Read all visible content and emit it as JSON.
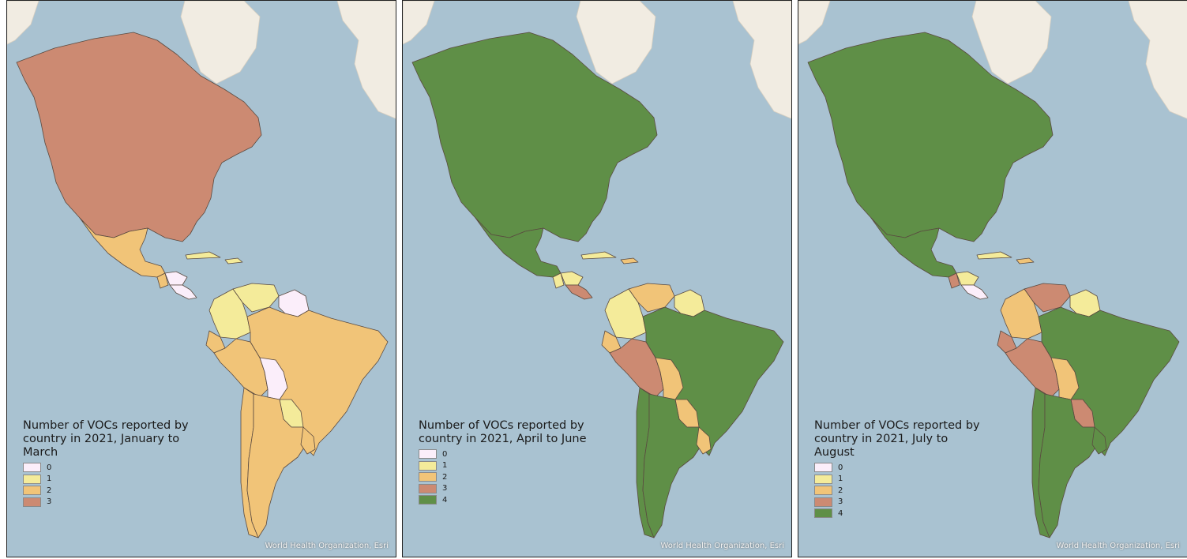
{
  "colors": {
    "ocean": "#a9c2d1",
    "land_background": "#f1ece2",
    "border": "#5a4a40",
    "classes": {
      "0": "#fbeefa",
      "1": "#f4eb9a",
      "2": "#f1c478",
      "3": "#cc8a72",
      "4": "#5f8f47"
    }
  },
  "attribution": "World Health Organization, Esri",
  "panels": [
    {
      "id": "jan-mar",
      "legend_title": "Number of VOCs reported by country in 2021, January to March",
      "legend": [
        {
          "label": "0",
          "class": "0"
        },
        {
          "label": "1",
          "class": "1"
        },
        {
          "label": "2",
          "class": "2"
        },
        {
          "label": "3",
          "class": "3"
        }
      ],
      "regions": {
        "north_america": "3",
        "mexico": "2",
        "guatemala": "2",
        "honduras": "0",
        "costa_panama": "0",
        "cuba": "1",
        "dominican": "1",
        "colombia": "1",
        "venezuela": "1",
        "guyana": "0",
        "ecuador": "2",
        "peru": "2",
        "brazil": "2",
        "bolivia": "0",
        "paraguay": "1",
        "chile": "2",
        "argentina": "2",
        "uruguay": "2"
      }
    },
    {
      "id": "apr-jun",
      "legend_title": "Number of VOCs reported by country in 2021, April to June",
      "legend": [
        {
          "label": "0",
          "class": "0"
        },
        {
          "label": "1",
          "class": "1"
        },
        {
          "label": "2",
          "class": "2"
        },
        {
          "label": "3",
          "class": "3"
        },
        {
          "label": "4",
          "class": "4"
        }
      ],
      "regions": {
        "north_america": "4",
        "mexico": "4",
        "guatemala": "1",
        "honduras": "1",
        "costa_panama": "3",
        "cuba": "1",
        "dominican": "2",
        "colombia": "1",
        "venezuela": "2",
        "guyana": "1",
        "ecuador": "2",
        "peru": "3",
        "brazil": "4",
        "bolivia": "2",
        "paraguay": "2",
        "chile": "4",
        "argentina": "4",
        "uruguay": "2"
      }
    },
    {
      "id": "jul-aug",
      "legend_title": "Number of VOCs reported by country in 2021, July to August",
      "legend": [
        {
          "label": "0",
          "class": "0"
        },
        {
          "label": "1",
          "class": "1"
        },
        {
          "label": "2",
          "class": "2"
        },
        {
          "label": "3",
          "class": "3"
        },
        {
          "label": "4",
          "class": "4"
        }
      ],
      "regions": {
        "north_america": "4",
        "mexico": "4",
        "guatemala": "3",
        "honduras": "1",
        "costa_panama": "0",
        "cuba": "1",
        "dominican": "2",
        "colombia": "2",
        "venezuela": "3",
        "guyana": "1",
        "ecuador": "3",
        "peru": "3",
        "brazil": "4",
        "bolivia": "2",
        "paraguay": "3",
        "chile": "4",
        "argentina": "4",
        "uruguay": "4"
      }
    }
  ]
}
